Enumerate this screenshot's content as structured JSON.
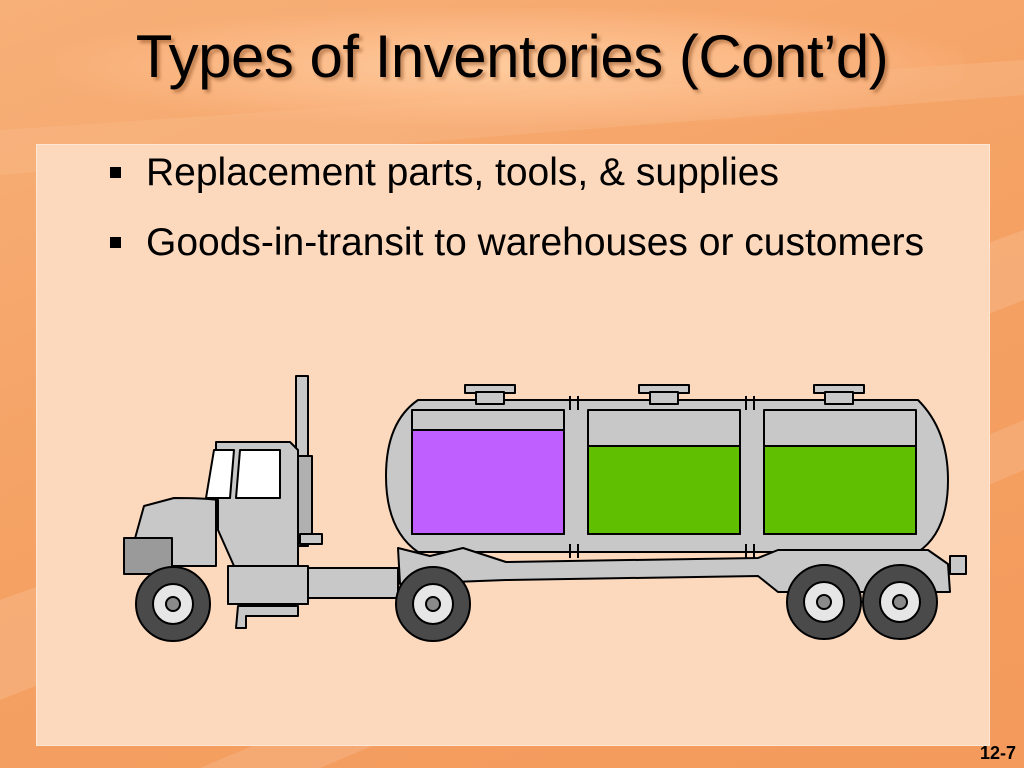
{
  "slide": {
    "title": "Types of Inventories (Cont’d)",
    "bullets": [
      "Replacement parts, tools, & supplies",
      "Goods-in-transit to warehouses or customers"
    ],
    "page_number": "12-7"
  },
  "illustration": {
    "subject": "tanker-truck-icon",
    "colors": {
      "body": "#c8c8c8",
      "tank_1_fill": "#bf5fff",
      "tank_2_fill": "#5fbf00",
      "tank_3_fill": "#5fbf00",
      "tire": "#4a4a4a"
    }
  }
}
